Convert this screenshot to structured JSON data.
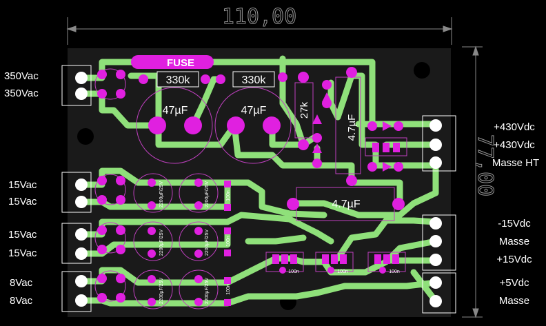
{
  "dimensions": {
    "width": "110,00",
    "height": "77,00"
  },
  "inputs": [
    "350Vac",
    "350Vac",
    "15Vac",
    "15Vac",
    "15Vac",
    "15Vac",
    "8Vac",
    "8Vac"
  ],
  "outputs": [
    "+430Vdc",
    "+430Vdc",
    "Masse HT",
    "-15Vdc",
    "Masse",
    "+15Vdc",
    "+5Vdc",
    "Masse"
  ],
  "components": {
    "fuse": "FUSE",
    "r1": "330k",
    "r2": "330k",
    "r3": "27k",
    "c1": "47µF",
    "c2": "47µF",
    "c3": "4.7µF",
    "c4": "4.7µF",
    "elco_small": "2200µF/25V",
    "cap_100n": "100n"
  },
  "colors": {
    "board": "#1a1a1a",
    "trace": "#8fe07a",
    "pad": "#e020e0",
    "silk": "#ffffff",
    "outline": "#c040c0",
    "text": "#ffffff"
  }
}
